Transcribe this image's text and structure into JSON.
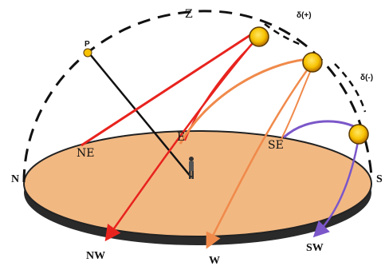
{
  "directions": {
    "zenith": "Z",
    "north_east": "NE",
    "east": "E",
    "south_east": "SE",
    "north": "N",
    "south": "S",
    "north_west": "NW",
    "west": "W",
    "south_west": "SW",
    "pole": "P"
  },
  "angle_labels": {
    "declination_summer": "δ(+)",
    "declination_winter": "δ(-)"
  },
  "colors": {
    "ground_fill": "#f2b882",
    "ground_edge": "#222222",
    "celestial_dome": "#111111",
    "summer_path": "#e8231e",
    "equinox_path": "#f08a4b",
    "winter_path": "#7b57c9",
    "sun": "#f7c200",
    "axis_line": "#111111"
  }
}
